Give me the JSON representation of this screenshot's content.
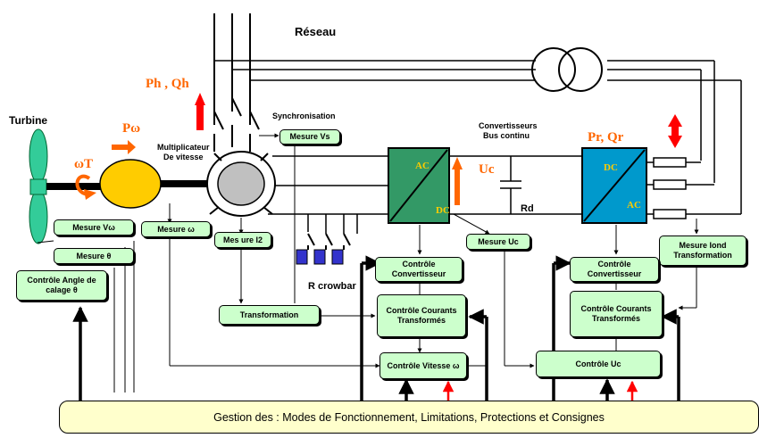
{
  "labels": {
    "reseau": "Réseau",
    "turbine": "Turbine",
    "ph_qh": "Ph , Qh",
    "p_omega": "Pω",
    "omega_t": "ωT",
    "synchronisation": "Synchronisation",
    "multiplicateur": "Multiplicateur",
    "de_vitesse": "De vitesse",
    "convertisseurs": "Convertisseurs",
    "bus_continu": "Bus continu",
    "pr_qr": "Pr, Qr",
    "uc": "Uc",
    "rd": "Rd",
    "ac_left": "AC",
    "dc_left": "DC",
    "dc_right": "DC",
    "ac_right": "AC",
    "r_crowbar": "R crowbar"
  },
  "boxes": {
    "mesure_vs": "Mesure  Vs",
    "mesure_vw": "Mesure     Vω",
    "mesure_theta": "Mesure       θ",
    "mesure_omega": "Mesure      ω",
    "mesure_i2": "Mes ure   I2",
    "controle_angle": "Contrôle Angle de calage   θ",
    "transformation": "Transformation",
    "mesure_uc": "Mesure  Uc",
    "controle_convertisseur_left": "Contrôle Convertisseur",
    "controle_courants_left": "Contrôle Courants Transformés",
    "controle_vitesse": "Contrôle Vitesse  ω",
    "mesure_iond": "Mesure   Iond Transformation",
    "controle_convertisseur_right": "Contrôle Convertisseur",
    "controle_courants_right": "Contrôle Courants Transformés",
    "controle_uc": "Contrôle   Uc"
  },
  "gestion": "Gestion des : Modes de Fonctionnement, Limitations, Protections et Consignes",
  "colors": {
    "box_fill": "#ccffcc",
    "gestion_fill": "#ffffcc",
    "orange": "#ff6600",
    "red": "#ff0000",
    "converter_left": "#339966",
    "converter_right": "#0099cc",
    "hub": "#ffcc00",
    "gear": "#c0c0c0",
    "crowbar": "#3333cc",
    "blade": "#33cc99"
  }
}
